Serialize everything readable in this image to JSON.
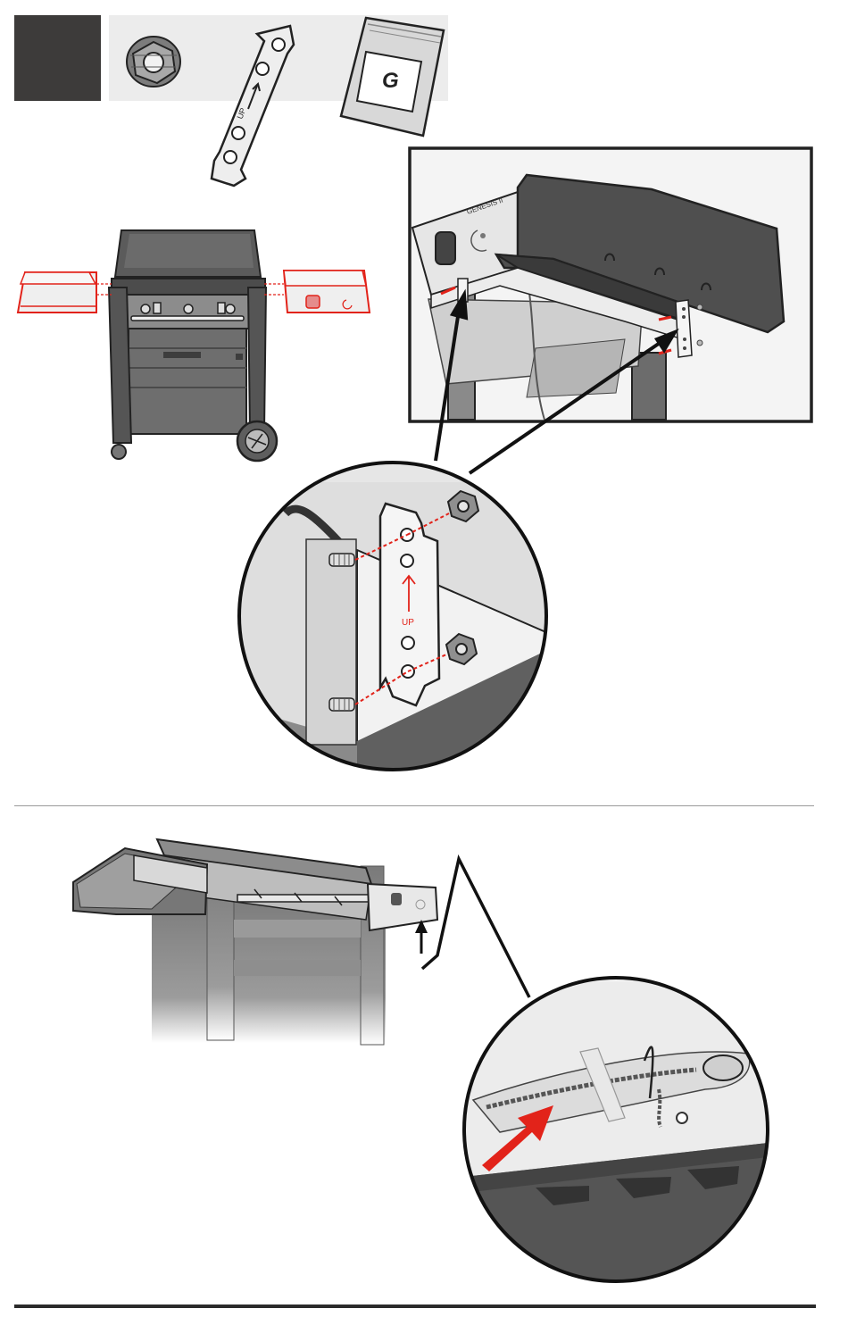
{
  "step": {
    "number": ""
  },
  "parts": {
    "bag_label": "G",
    "bracket_label": "UP"
  },
  "detail": {
    "bracket_label": "UP",
    "badge_text": "GENESIS II"
  },
  "colors": {
    "step_box": "#3d3b3a",
    "parts_strip": "#ececec",
    "accent_red": "#e2231a",
    "outline": "#222222",
    "metal_light": "#e6e6e6",
    "metal_dark": "#555555"
  },
  "icons": {
    "flange_nut": "flange-nut-icon",
    "bracket": "bracket-icon",
    "hardware_bag": "hardware-bag-icon"
  }
}
